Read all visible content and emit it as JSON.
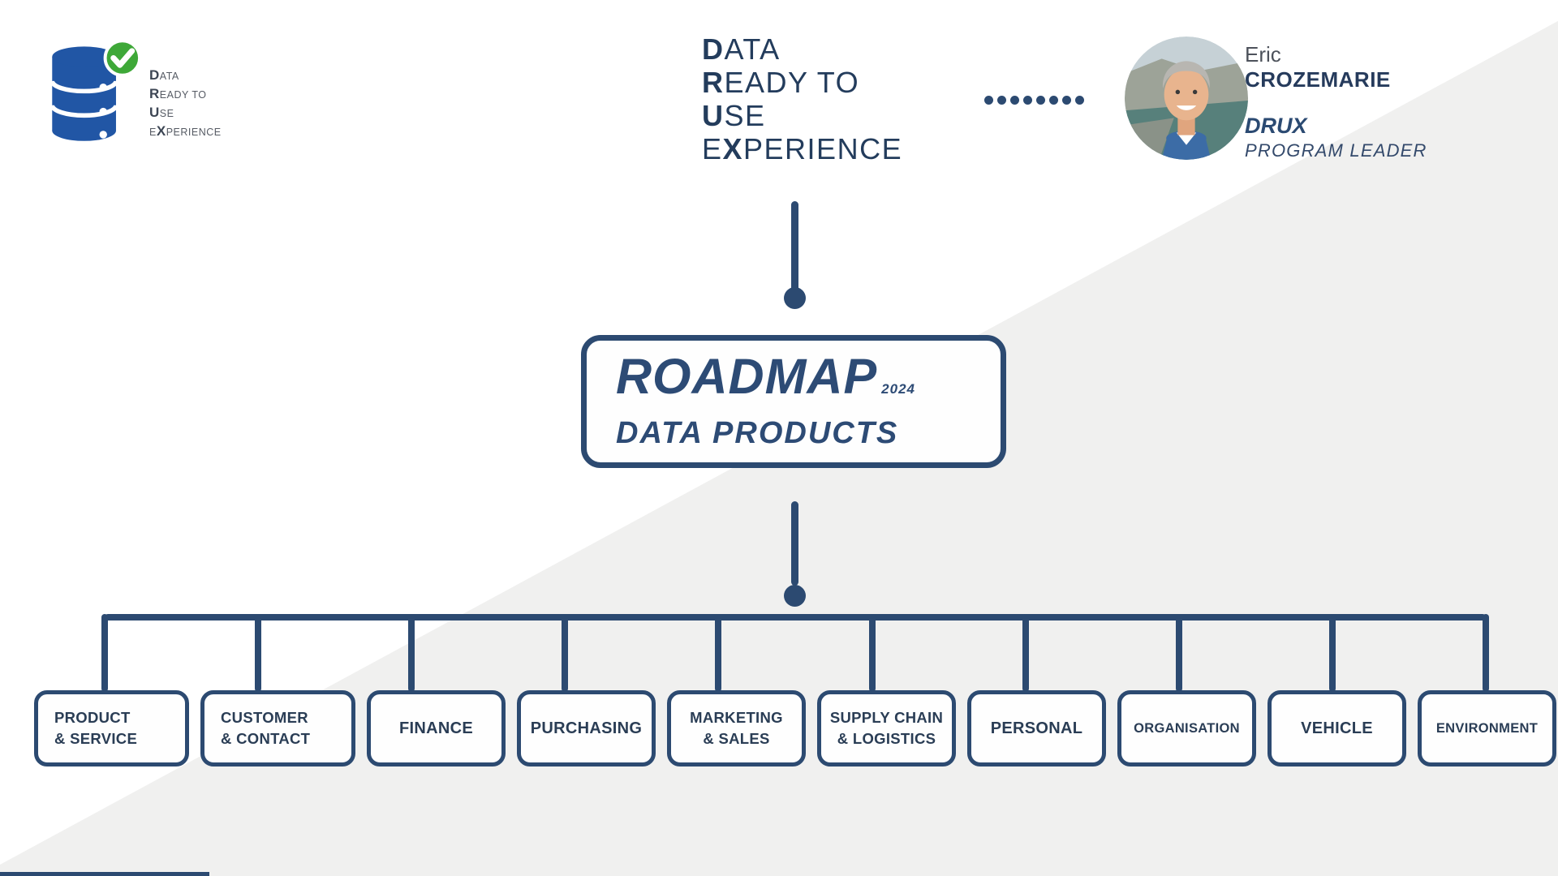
{
  "drux_acronym": {
    "lines": [
      {
        "pre": "",
        "big": "D",
        "rest": "ATA"
      },
      {
        "pre": "",
        "big": "R",
        "rest": "EADY TO"
      },
      {
        "pre": "",
        "big": "U",
        "rest": "SE"
      },
      {
        "pre": "E",
        "big": "X",
        "rest": "PERIENCE"
      }
    ]
  },
  "logo": {
    "icon": "database-check-icon"
  },
  "separator": {
    "icon": "dotted-line",
    "dot_count": 8
  },
  "profile": {
    "first_name": "Eric",
    "last_name": "CROZEMARIE",
    "org": "DRUX",
    "role": "PROGRAM LEADER",
    "photo_icon": "portrait-photo"
  },
  "roadmap_card": {
    "title": "ROADMAP",
    "year": "2024",
    "subtitle": "DATA PRODUCTS"
  },
  "org_chart": {
    "categories": [
      {
        "label": "PRODUCT\n& SERVICE"
      },
      {
        "label": "CUSTOMER\n& CONTACT"
      },
      {
        "label": "FINANCE"
      },
      {
        "label": "PURCHASING"
      },
      {
        "label": "MARKETING\n& SALES"
      },
      {
        "label": "SUPPLY CHAIN\n& LOGISTICS"
      },
      {
        "label": "PERSONAL"
      },
      {
        "label": "ORGANISATION"
      },
      {
        "label": "VEHICLE"
      },
      {
        "label": "ENVIRONMENT"
      }
    ]
  },
  "colors": {
    "navy": "#2C4A71",
    "text_navy": "#2A3D55",
    "roadmap_navy": "#2D4B75",
    "light_gray": "#F0F0EF",
    "logo_blue": "#2156A5",
    "check_green": "#3EA838"
  }
}
